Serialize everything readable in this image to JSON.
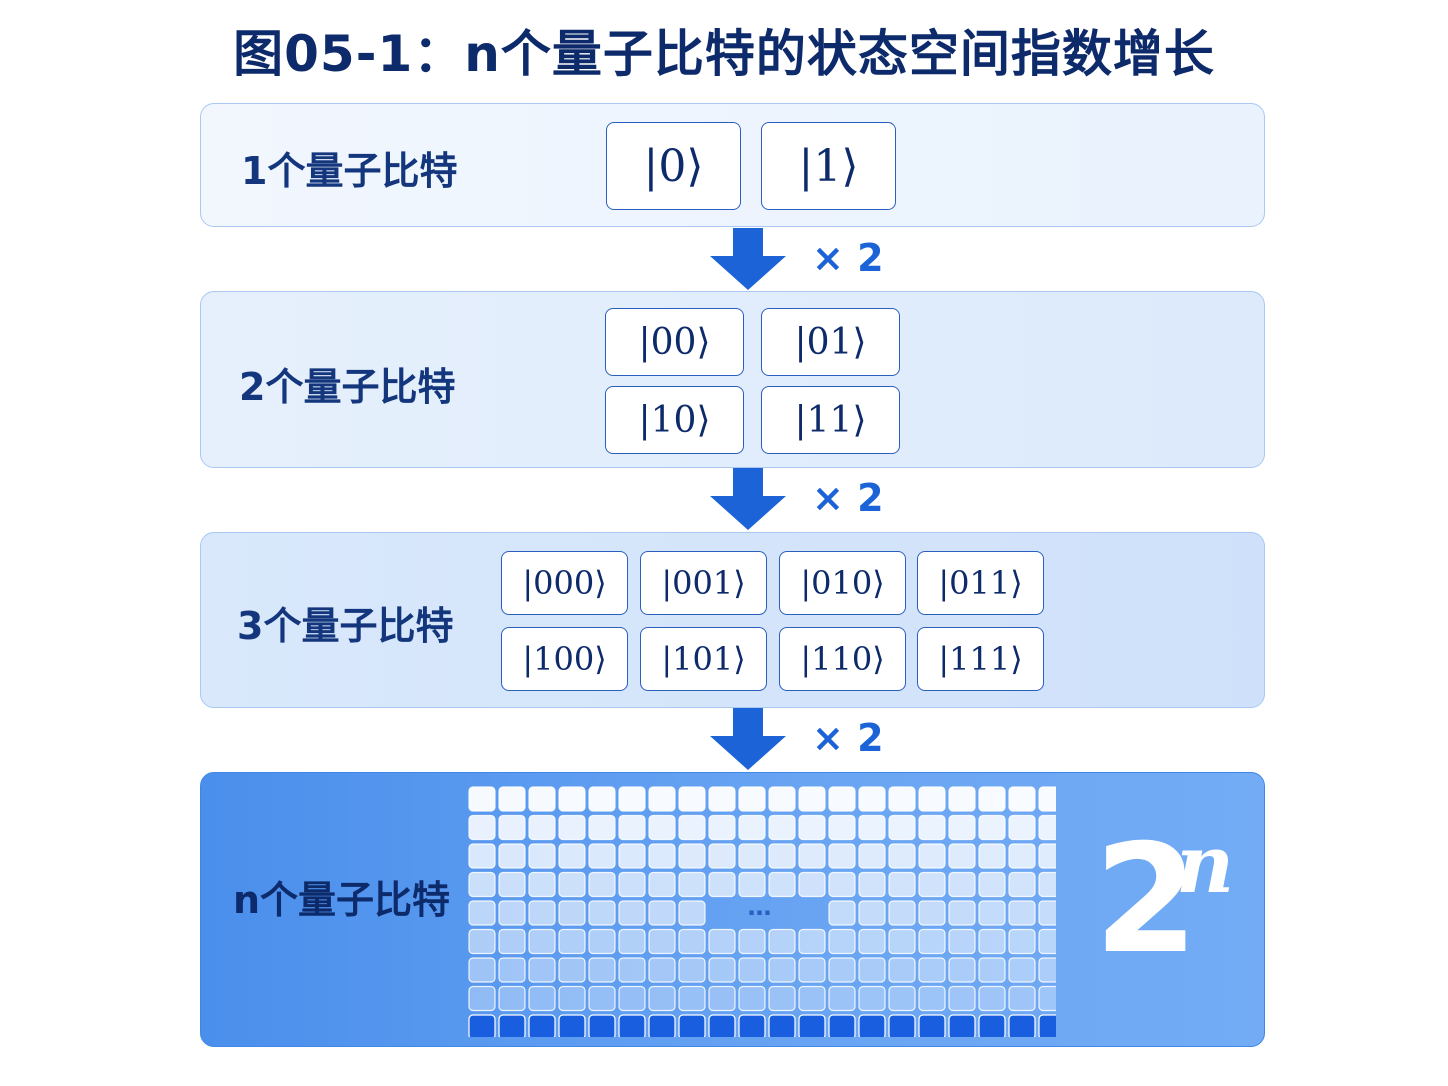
{
  "title": "图05-1：n个量子比特的状态空间指数增长",
  "rows": [
    {
      "label": "1个量子比特",
      "states": [
        "|0⟩",
        "|1⟩"
      ]
    },
    {
      "label": "2个量子比特",
      "states": [
        "|00⟩",
        "|01⟩",
        "|10⟩",
        "|11⟩"
      ]
    },
    {
      "label": "3个量子比特",
      "states": [
        "|000⟩",
        "|001⟩",
        "|010⟩",
        "|011⟩",
        "|100⟩",
        "|101⟩",
        "|110⟩",
        "|111⟩"
      ]
    },
    {
      "label": "n个量子比特",
      "ellipsis": "…",
      "formula_base": "2",
      "formula_exp": "n"
    }
  ],
  "step_multiplier": "× 2",
  "colors": {
    "primary": "#1d63d8",
    "dark": "#0d2a6b",
    "border": "#a9c8f2"
  }
}
